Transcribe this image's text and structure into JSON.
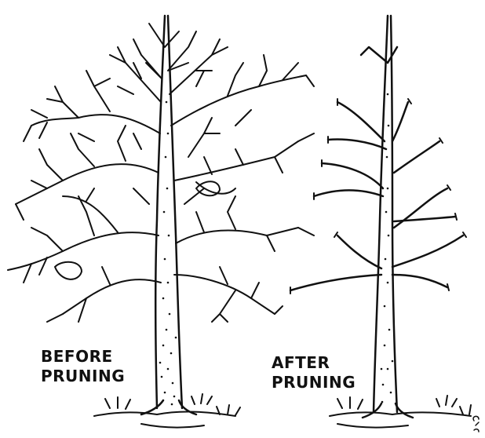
{
  "labels": {
    "before": [
      "BEFORE",
      "PRUNING"
    ],
    "after": [
      "AFTER",
      "PRUNING"
    ]
  },
  "colors": {
    "ink": "#111111",
    "paper": "#ffffff"
  }
}
